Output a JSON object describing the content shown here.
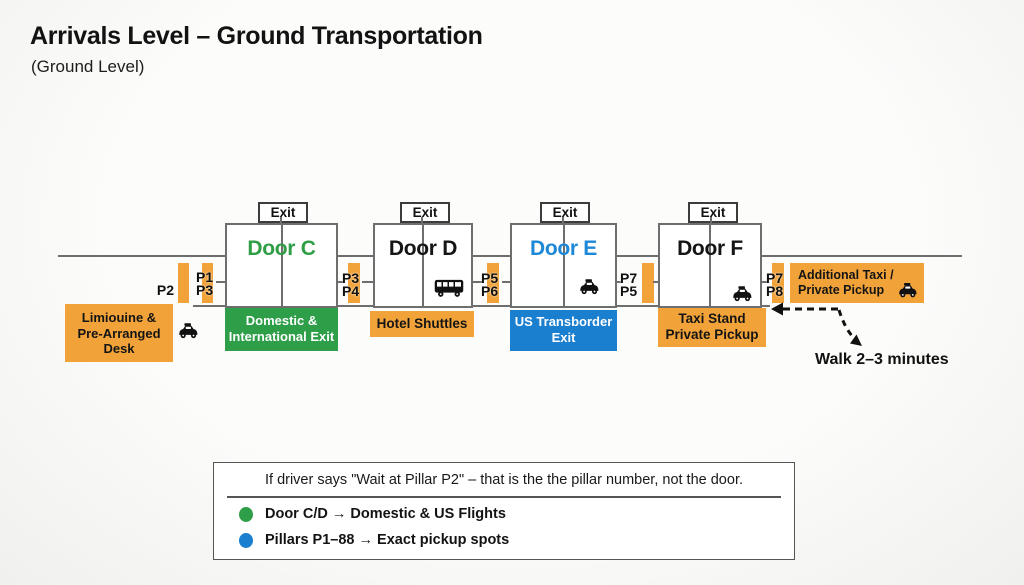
{
  "header": {
    "title": "Arrivals Level – Ground Transportation",
    "subtitle": "(Ground Level)"
  },
  "exits": {
    "label": "Exit"
  },
  "doors": {
    "c": {
      "label": "Door C",
      "color": "#2F9E46"
    },
    "d": {
      "label": "Door D",
      "color": "#151515"
    },
    "e": {
      "label": "Door E",
      "color": "#1E88D8"
    },
    "f": {
      "label": "Door F",
      "color": "#151515"
    }
  },
  "pillars": {
    "p2": "P2",
    "g1_top": "P1",
    "g1_bottom": "P3",
    "g2_top": "P3",
    "g2_bottom": "P4",
    "g3_top": "P5",
    "g3_bottom": "P6",
    "g4_top": "P7",
    "g4_bottom": "P5",
    "g5_top": "P7",
    "g5_bottom": "P8"
  },
  "zones": {
    "limo_line1": "Limiouine &",
    "limo_line2": "Pre-Arranged",
    "limo_line3": "Desk",
    "domestic_line1": "Domestic &",
    "domestic_line2": "International Exit",
    "hotel": "Hotel Shuttles",
    "transborder_line1": "US Transborder",
    "transborder_line2": "Exit",
    "taxistand_line1": "Taxi Stand",
    "taxistand_line2": "Private Pickup",
    "additional_line1": "Additional Taxi /",
    "additional_line2": "Private Pickup"
  },
  "notes": {
    "walk": "Walk 2–3 minutes"
  },
  "legend": {
    "note": "If driver says \"Wait at Pillar P2\" – that is the the pillar number, not the door.",
    "item1": "Door C/D → Domestic & US Flights",
    "item2": "Pillars P1–88 → Exact pickup spots"
  },
  "icons": {
    "door_d": "bus-icon",
    "door_e": "taxi-icon",
    "door_f": "taxi-icon",
    "limo_desk": "taxi-icon",
    "additional_pickup": "taxi-icon"
  },
  "colors": {
    "orange": "#F1A33A",
    "green": "#2E9E48",
    "blue": "#1B7FD0",
    "door_e_text": "#1E88D8",
    "door_c_text": "#2F9E46",
    "wall_line": "#6E6E6E"
  }
}
